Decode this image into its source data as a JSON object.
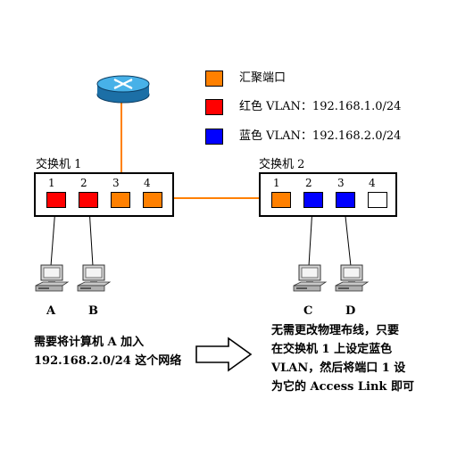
{
  "legend": [
    {
      "label": "汇聚端口",
      "color": "#ff8000"
    },
    {
      "label": "红色 VLAN：192.168.1.0/24",
      "color": "#ff0000"
    },
    {
      "label": "蓝色 VLAN：192.168.2.0/24",
      "color": "#0000ff"
    }
  ],
  "switch1": {
    "label": "交换机 1",
    "ports": [
      {
        "num": "1",
        "color": "#ff0000"
      },
      {
        "num": "2",
        "color": "#ff0000"
      },
      {
        "num": "3",
        "color": "#ff8000"
      },
      {
        "num": "4",
        "color": "#ff8000"
      }
    ]
  },
  "switch2": {
    "label": "交换机 2",
    "ports": [
      {
        "num": "1",
        "color": "#ff8000"
      },
      {
        "num": "2",
        "color": "#0000ff"
      },
      {
        "num": "3",
        "color": "#0000ff"
      },
      {
        "num": "4",
        "color": "#ffffff"
      }
    ]
  },
  "computers": [
    "A",
    "B",
    "C",
    "D"
  ],
  "note_left": [
    "需要将计算机  A  加入",
    "192.168.2.0/24 这个网络"
  ],
  "note_right": [
    "无需更改物理布线，只要",
    "在交换机  1  上设定蓝色",
    "VLAN，然后将端口 1 设",
    "为它的 Access Link 即可"
  ],
  "colors": {
    "trunk": "#ff8000",
    "red_vlan": "#ff0000",
    "blue_vlan": "#0000ff",
    "router": "#3aa0d8"
  },
  "icons": {
    "router": "router-icon",
    "computer": "computer-icon",
    "arrow": "right-arrow-icon"
  }
}
